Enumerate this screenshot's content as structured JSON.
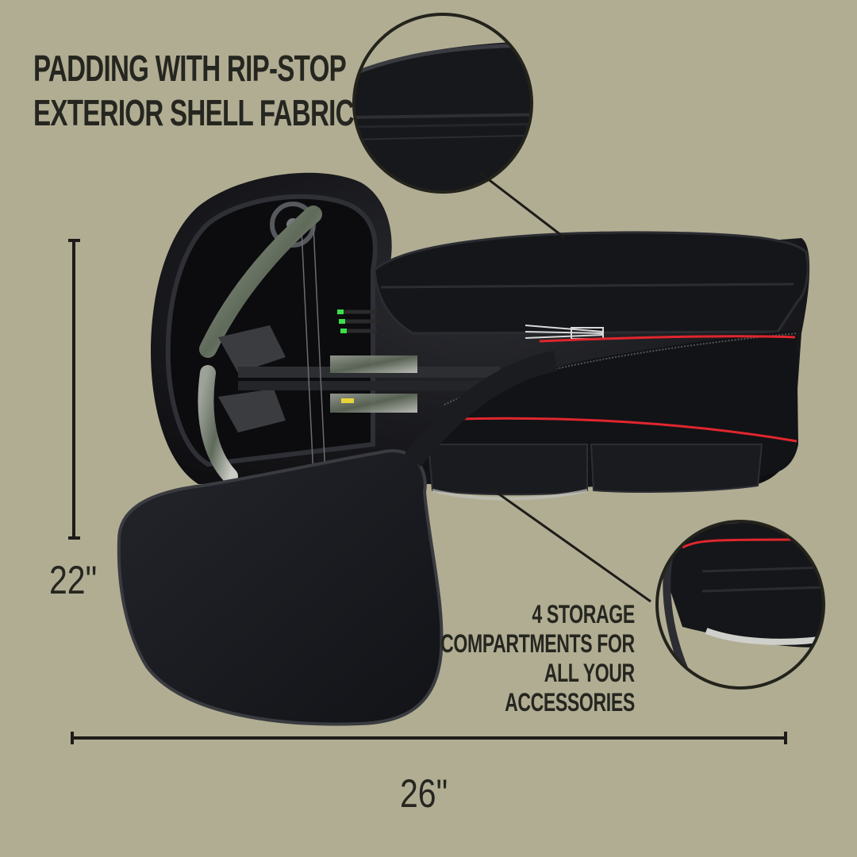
{
  "headline": {
    "line1": "PADDING WITH RIP-STOP",
    "line2": "EXTERIOR SHELL FABRIC"
  },
  "callout": {
    "line1": "4 STORAGE",
    "line2": "COMPARTMENTS FOR",
    "line3": "ALL YOUR",
    "line4": "ACCESSORIES"
  },
  "dimensions": {
    "height": "22\"",
    "width": "26\""
  },
  "colors": {
    "background": "#b1ad93",
    "text": "#262620",
    "case_black": "#141416",
    "accent_red": "#e0262e",
    "arrow_fletch_green": "#39e04a"
  },
  "product": {
    "type": "crossbow-case-open",
    "callouts": [
      {
        "name": "padding-detail-circle",
        "target": "case-top-panel"
      },
      {
        "name": "compartments-detail-circle",
        "target": "side-pockets"
      }
    ]
  }
}
